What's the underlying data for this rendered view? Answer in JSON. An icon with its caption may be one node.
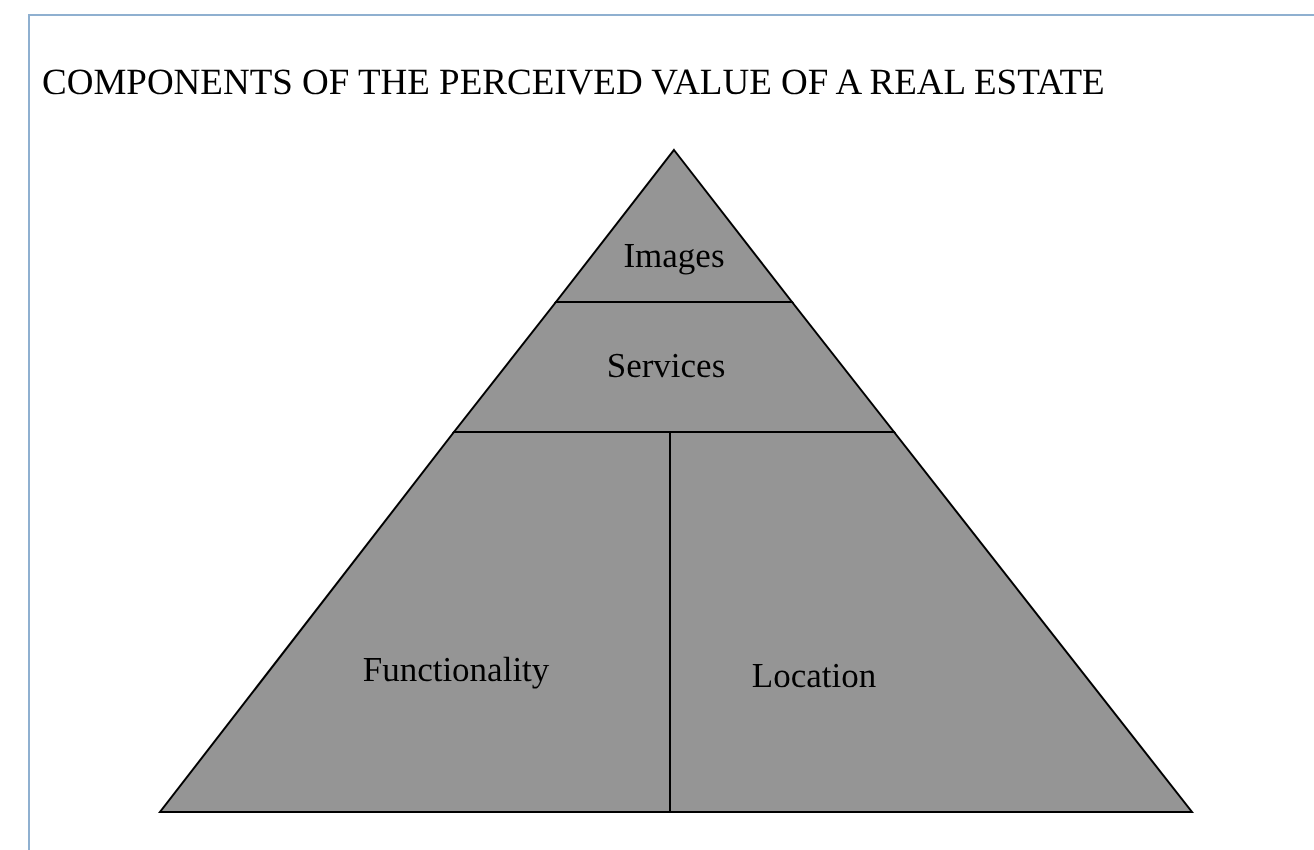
{
  "diagram": {
    "title": "COMPONENTS OF THE PERCEIVED VALUE OF A REAL ESTATE",
    "nodes": [
      {
        "text": [
          "Images"
        ]
      },
      {
        "text": [
          "Services"
        ]
      },
      {
        "text": [
          "Functionality"
        ]
      },
      {
        "text": [
          "Location"
        ]
      }
    ]
  }
}
